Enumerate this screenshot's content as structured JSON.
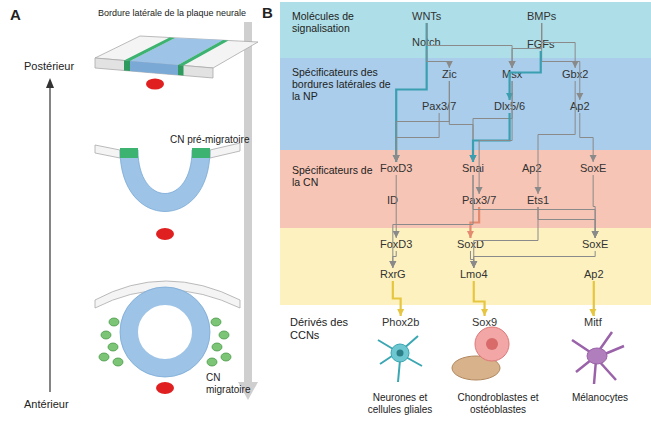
{
  "diagram": {
    "nodes": [
      {
        "text": [
          "Molécules de signalisation"
        ]
      },
      {
        "text": [
          "WNTs"
        ],
        "in": 0
      },
      {
        "text": [
          "BMPs"
        ],
        "in": 0
      },
      {
        "text": [
          "Notch"
        ],
        "in": 0
      },
      {
        "text": [
          "FGFs"
        ],
        "in": 0
      },
      {
        "text": [
          "Spécificateurs des bordures latérales de la NP"
        ]
      },
      {
        "text": [
          "Zic"
        ],
        "in": 5
      },
      {
        "text": [
          "Msx"
        ],
        "in": 5
      },
      {
        "text": [
          "Gbx2"
        ],
        "in": 5
      },
      {
        "text": [
          "Pax3/7"
        ],
        "in": 5
      },
      {
        "text": [
          "Dlx5/6"
        ],
        "in": 5
      },
      {
        "text": [
          "Ap2"
        ],
        "in": 5
      },
      {
        "text": [
          "Spécificateurs de la CN"
        ]
      },
      {
        "text": [
          "FoxD3"
        ],
        "in": 12
      },
      {
        "text": [
          "Snai"
        ],
        "in": 12
      },
      {
        "text": [
          "Ap2"
        ],
        "in": 12
      },
      {
        "text": [
          "SoxE"
        ],
        "in": 12
      },
      {
        "text": [
          "ID"
        ],
        "in": 12
      },
      {
        "text": [
          "Pax3/7"
        ],
        "in": 12
      },
      {
        "text": [
          "Ets1"
        ],
        "in": 12
      },
      {
        "text": [
          "FoxD3"
        ]
      },
      {
        "text": [
          "SoxD"
        ]
      },
      {
        "text": [
          "SoxE"
        ]
      },
      {
        "text": [
          "RxrG"
        ]
      },
      {
        "text": [
          "Lmo4"
        ]
      },
      {
        "text": [
          "Ap2"
        ]
      },
      {
        "text": [
          "Phox2b"
        ]
      },
      {
        "text": [
          "Sox9"
        ]
      },
      {
        "text": [
          "Mitf"
        ]
      }
    ],
    "edges": [
      {
        "from": 1,
        "to": 13,
        "arrow": "to"
      },
      {
        "from": 1,
        "to": 7,
        "arrow": "to"
      },
      {
        "from": 2,
        "to": 7,
        "arrow": "to"
      },
      {
        "from": 2,
        "to": 8,
        "arrow": "to"
      },
      {
        "from": 2,
        "to": 11,
        "arrow": "to"
      },
      {
        "from": 3,
        "to": 6,
        "arrow": "to"
      },
      {
        "from": 4,
        "to": 10,
        "arrow": "to"
      },
      {
        "from": 6,
        "to": 13,
        "arrow": "to"
      },
      {
        "from": 6,
        "to": 14,
        "arrow": "to"
      },
      {
        "from": 7,
        "to": 14,
        "arrow": "to"
      },
      {
        "from": 9,
        "to": 13,
        "arrow": "to"
      },
      {
        "from": 10,
        "to": 14,
        "arrow": "to"
      },
      {
        "from": 8,
        "to": 19,
        "arrow": "to"
      },
      {
        "from": 11,
        "to": 16,
        "arrow": "to"
      },
      {
        "from": 7,
        "to": 18,
        "arrow": "to"
      },
      {
        "from": 13,
        "to": 20,
        "arrow": "to"
      },
      {
        "from": 18,
        "to": 21,
        "arrow": "to"
      },
      {
        "from": 14,
        "to": 22,
        "arrow": "to"
      },
      {
        "from": 19,
        "to": 22,
        "arrow": "to"
      },
      {
        "from": 16,
        "to": 22,
        "arrow": "to"
      },
      {
        "from": 14,
        "to": 23,
        "arrow": "to"
      },
      {
        "from": 20,
        "to": 23,
        "arrow": "to"
      },
      {
        "from": 21,
        "to": 24,
        "arrow": "to"
      },
      {
        "from": 19,
        "to": 24,
        "arrow": "to"
      },
      {
        "from": 22,
        "to": 24,
        "arrow": "to"
      },
      {
        "from": 23,
        "to": 26,
        "arrow": "to"
      },
      {
        "from": 24,
        "to": 27,
        "arrow": "to"
      },
      {
        "from": 25,
        "to": 28,
        "arrow": "to"
      }
    ],
    "labels": [
      "A",
      "Postérieur",
      "Antérieur",
      "Bordure latérale de la plaque neurale",
      "CN pré-migratoire",
      "CN migratoire",
      "B",
      "Dérivés des CCNs",
      "Neurones et cellules gliales",
      "Chondroblastes et ostéoblastes",
      "Mélanocytes"
    ]
  }
}
